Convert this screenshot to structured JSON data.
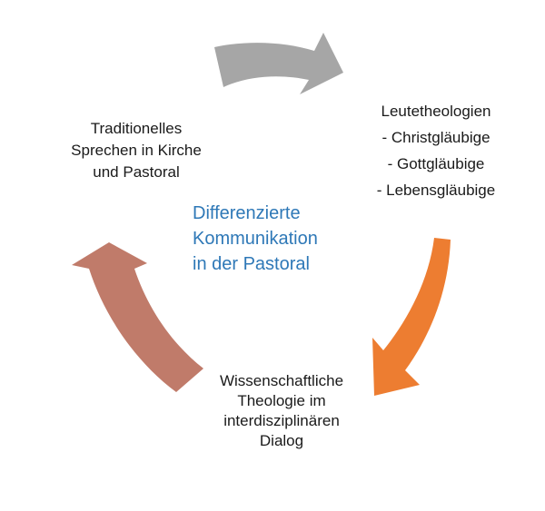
{
  "diagram": {
    "center_title": [
      "Differenzierte",
      "Kommunikation",
      "in der Pastoral"
    ],
    "nodes": {
      "traditional": [
        "Traditionelles",
        "Sprechen in Kirche",
        "und Pastoral"
      ],
      "leutetheologie": [
        "Leutetheologien",
        "- Christgläubige",
        "- Gottgläubige",
        "- Lebensgläubige"
      ],
      "science": [
        "Wissenschaftliche",
        "Theologie im",
        "interdisziplinären",
        "Dialog"
      ]
    },
    "arrows": {
      "top": {
        "color": "#a6a6a6",
        "from": "traditional",
        "to": "leutetheologie"
      },
      "right": {
        "color": "#ed7d31",
        "from": "leutetheologie",
        "to": "science"
      },
      "left": {
        "color": "#c07b6a",
        "from": "science",
        "to": "traditional"
      }
    }
  }
}
